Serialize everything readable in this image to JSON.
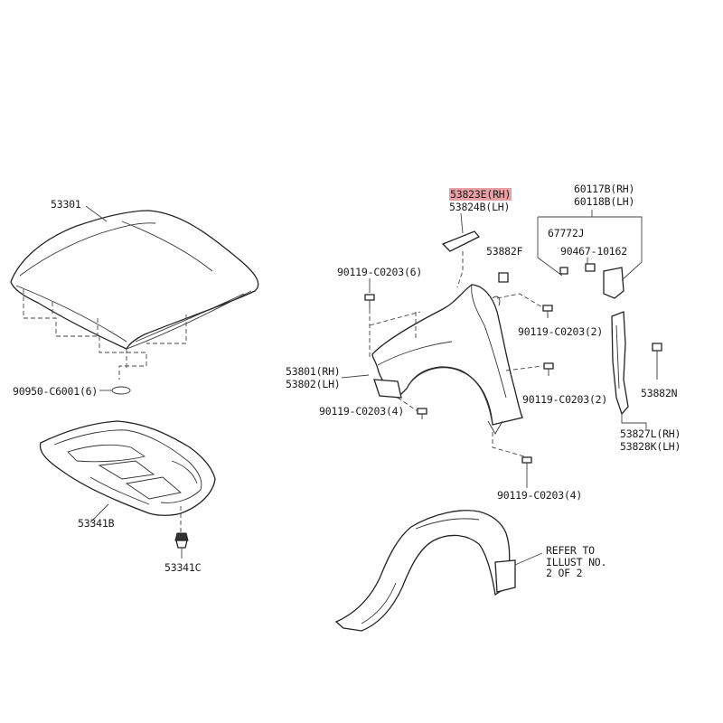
{
  "labels": {
    "hood": "53301",
    "hood_cushion": "90950-C6001(6)",
    "engine_under_cover": "53341B",
    "under_cover_clip": "53341C",
    "fender_seal_rh": "53823E(RH)",
    "fender_seal_lh": "53824B(LH)",
    "bracket_rh": "60117B(RH)",
    "bracket_lh": "60118B(LH)",
    "clip_67772j": "67772J",
    "screw_90467": "90467-10162",
    "clip_53882f": "53882F",
    "bolt_top_left": "90119-C0203(6)",
    "bolt_top_right": "90119-C0203(2)",
    "fender_rh": "53801(RH)",
    "fender_lh": "53802(LH)",
    "bolt_mid_right": "90119-C0203(2)",
    "bolt_front": "90119-C0203(4)",
    "bolt_bottom": "90119-C0203(4)",
    "clip_53882n": "53882N",
    "seal_rh": "53827L(RH)",
    "seal_lh": "53828K(LH)",
    "refer_note": [
      "REFER TO",
      "ILLUST NO.",
      "2 OF 2"
    ]
  }
}
